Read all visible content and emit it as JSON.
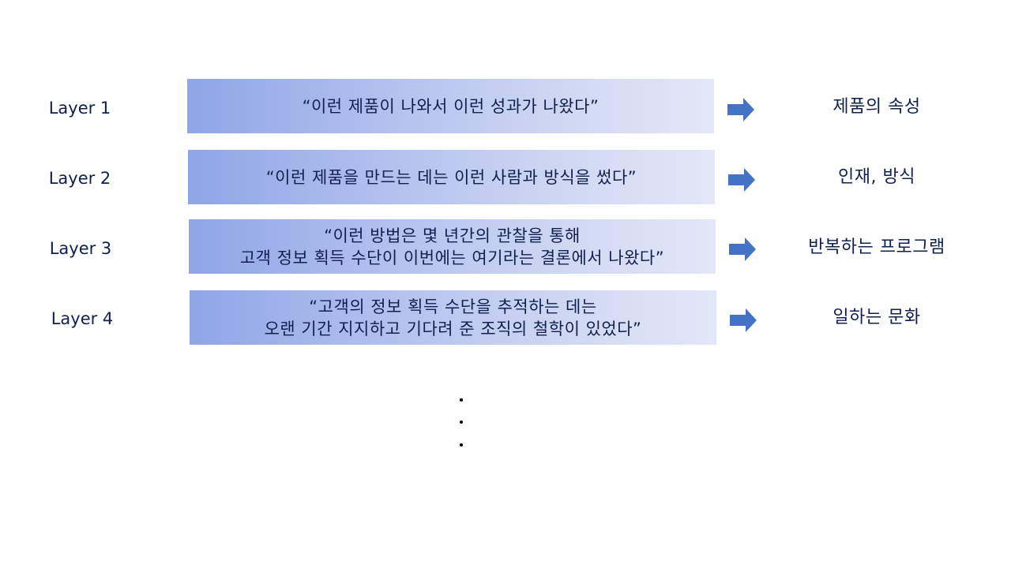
{
  "colors": {
    "box_gradient_start": "#8fa5e6",
    "box_gradient_end": "#e3e7f7",
    "arrow": "#4472c4",
    "text": "#10204f",
    "background": "#ffffff"
  },
  "layers": [
    {
      "label": "Layer 1",
      "quote": "“이런 제품이 나와서 이런 성과가 나왔다”",
      "arrow_icon": "right-arrow-icon",
      "result": "제품의 속성"
    },
    {
      "label": "Layer 2",
      "quote": "“이런 제품을 만드는 데는 이런 사람과 방식을 썼다”",
      "arrow_icon": "right-arrow-icon",
      "result": "인재, 방식"
    },
    {
      "label": "Layer 3",
      "quote": "“이런 방법은 몇 년간의 관찰을 통해\n고객 정보 획득 수단이 이번에는 여기라는 결론에서 나왔다”",
      "arrow_icon": "right-arrow-icon",
      "result": "반복하는 프로그램"
    },
    {
      "label": "Layer 4",
      "quote": "“고객의 정보 획득 수단을 추적하는 데는\n오랜 기간 지지하고 기다려 준 조직의 철학이 있었다”",
      "arrow_icon": "right-arrow-icon",
      "result": "일하는 문화"
    }
  ],
  "continuation": {
    "icon": "vertical-ellipsis-icon",
    "dots": 3
  }
}
